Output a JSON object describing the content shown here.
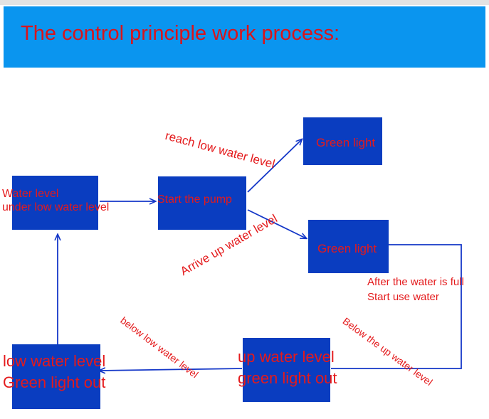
{
  "header": {
    "title": "The control principle work process:",
    "background_color": "#0a95ef",
    "title_color": "#d9141b"
  },
  "colors": {
    "box": "#0a3dc0",
    "arrow": "#1437c8",
    "text": "#e41a1c"
  },
  "nodes": {
    "water_level_low": {
      "line1": "Water level",
      "line2": "under low water level"
    },
    "start_pump": {
      "label": "Start the pump"
    },
    "green_light_top": {
      "label": "Green light"
    },
    "green_light_mid": {
      "label": "Green light"
    },
    "up_level_out": {
      "line1": "up water level",
      "line2": "green light out"
    },
    "low_level_out": {
      "line1": "low water level",
      "line2": "Green light out"
    }
  },
  "edge_labels": {
    "reach_low": "reach low water level",
    "arrive_up": "Arrive up water level",
    "full_line1": "After the water is full",
    "full_line2": "Start use water",
    "below_up": "Below the up water level",
    "below_low": "below low water level"
  }
}
